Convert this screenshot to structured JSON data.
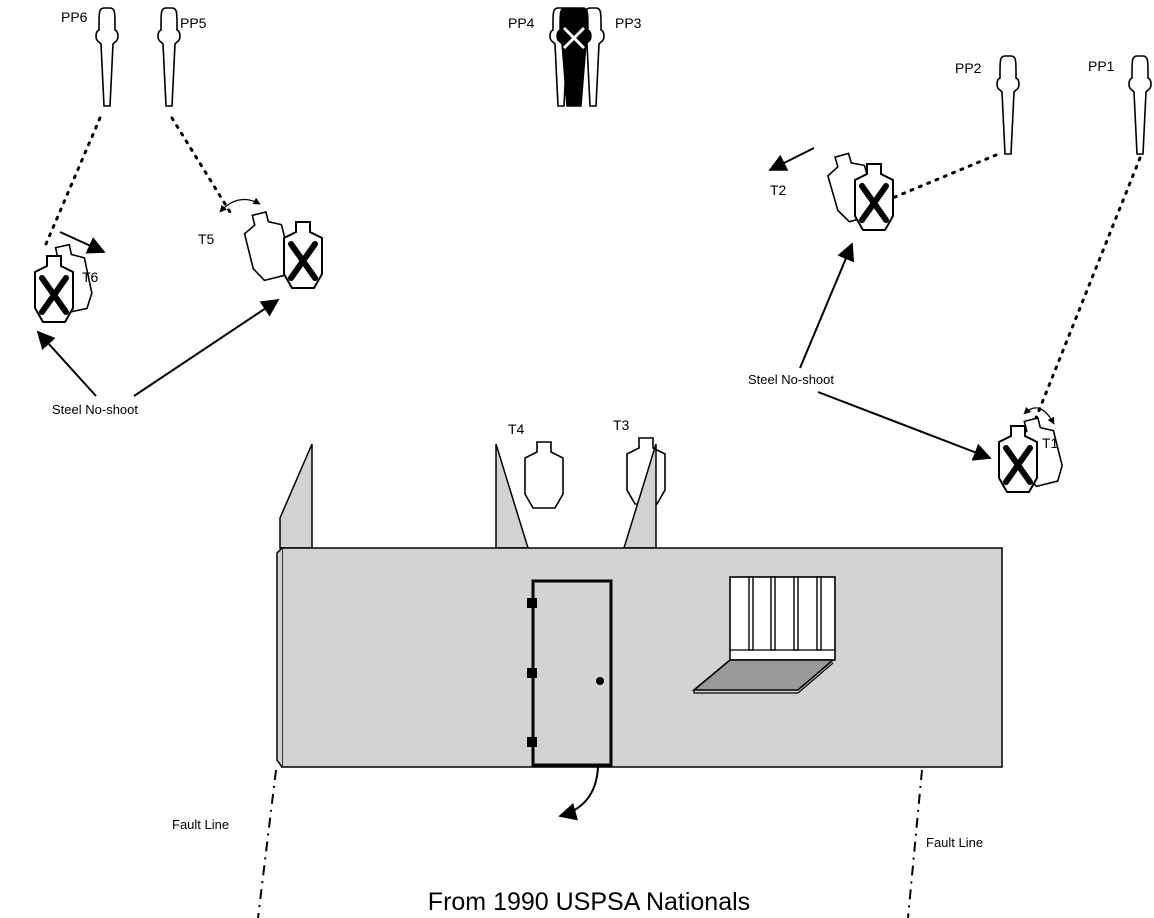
{
  "popper_labels": {
    "pp1": "PP1",
    "pp2": "PP2",
    "pp3": "PP3",
    "pp4": "PP4",
    "pp5": "PP5",
    "pp6": "PP6"
  },
  "target_labels": {
    "t1": "T1",
    "t2": "T2",
    "t3": "T3",
    "t4": "T4",
    "t5": "T5",
    "t6": "T6"
  },
  "callouts": {
    "steel_no_shoot_left": "Steel No-shoot",
    "steel_no_shoot_right": "Steel No-shoot",
    "fault_line_left": "Fault Line",
    "fault_line_right": "Fault Line"
  },
  "caption": "From 1990 USPSA Nationals",
  "colors": {
    "wall": "#d3d3d3",
    "window_sill": "#999999",
    "ink": "#000000"
  }
}
